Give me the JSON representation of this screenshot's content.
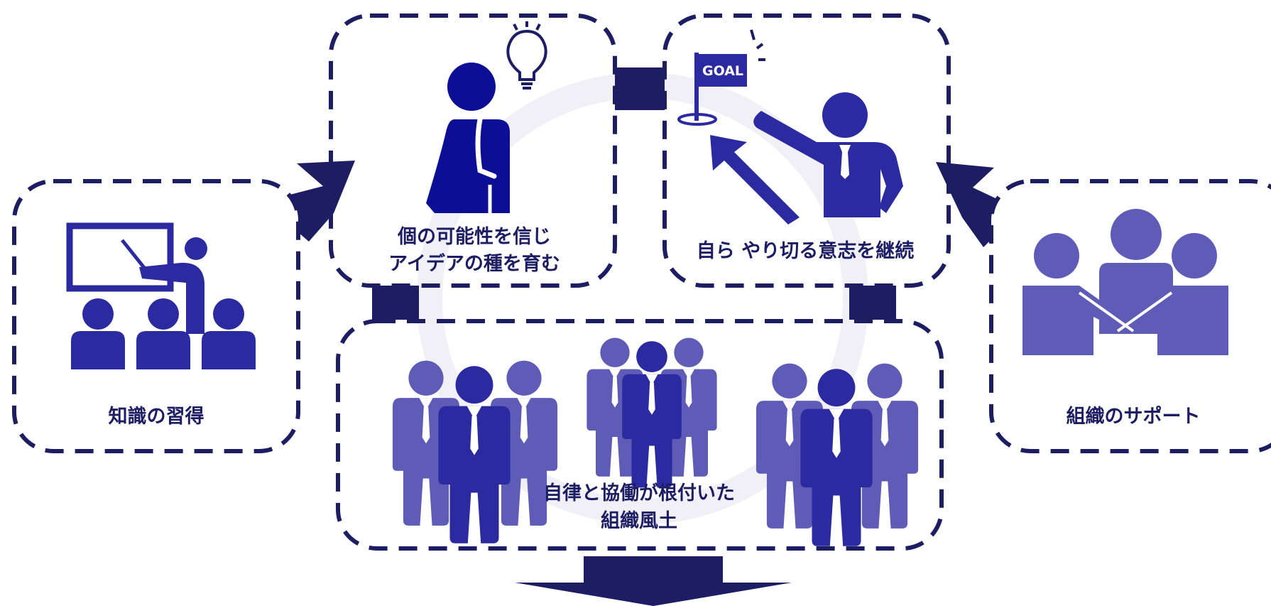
{
  "labels": {
    "knowledge": "知識の習得",
    "idea_line1": "個の可能性を信じ",
    "idea_line2": "アイデアの種を育む",
    "goal_flag": "GOAL",
    "continue": "自ら やり切る意志を継続",
    "culture_line1": "自律と協働が根付いた",
    "culture_line2": "組織風土",
    "support": "組織のサポート"
  },
  "colors": {
    "navy": "#1c1d63",
    "blue": "#2b2aa0",
    "light_blue": "#5e5cb6",
    "ring": "#f0f0f6"
  },
  "icons": [
    "teacher-class-icon",
    "thinking-person-icon",
    "lightbulb-icon",
    "goal-flag-icon",
    "pointing-businessman-icon",
    "business-group-icon",
    "teamwork-handshake-icon"
  ]
}
